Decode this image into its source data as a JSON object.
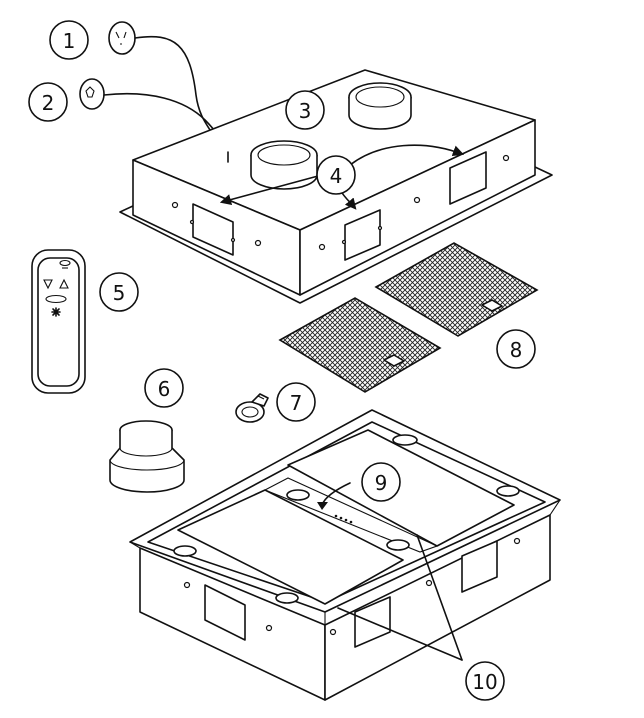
{
  "callouts": [
    {
      "label": "1"
    },
    {
      "label": "2"
    },
    {
      "label": "3"
    },
    {
      "label": "4"
    },
    {
      "label": "5"
    },
    {
      "label": "6"
    },
    {
      "label": "7"
    },
    {
      "label": "8"
    },
    {
      "label": "9"
    },
    {
      "label": "10"
    }
  ],
  "icons": [
    "plug-icon",
    "arrow-icon",
    "remote-control-icon",
    "light-bulb-icon"
  ]
}
